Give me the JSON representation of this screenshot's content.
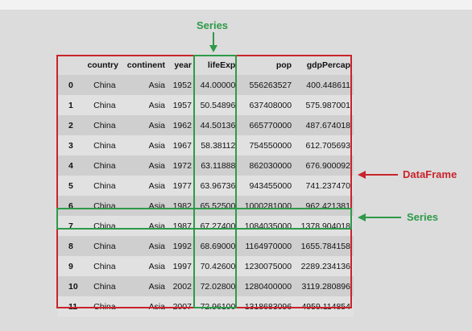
{
  "labels": {
    "series_column": "Series",
    "dataframe": "DataFrame",
    "series_row": "Series"
  },
  "colors": {
    "dataframe_accent": "#c9242b",
    "series_accent": "#2e9a49"
  },
  "table": {
    "columns": [
      "country",
      "continent",
      "year",
      "lifeExp",
      "pop",
      "gdpPercap"
    ],
    "rows": [
      {
        "index": "0",
        "cells": [
          "China",
          "Asia",
          "1952",
          "44.00000",
          "556263527",
          "400.448611"
        ]
      },
      {
        "index": "1",
        "cells": [
          "China",
          "Asia",
          "1957",
          "50.54896",
          "637408000",
          "575.987001"
        ]
      },
      {
        "index": "2",
        "cells": [
          "China",
          "Asia",
          "1962",
          "44.50136",
          "665770000",
          "487.674018"
        ]
      },
      {
        "index": "3",
        "cells": [
          "China",
          "Asia",
          "1967",
          "58.38112",
          "754550000",
          "612.705693"
        ]
      },
      {
        "index": "4",
        "cells": [
          "China",
          "Asia",
          "1972",
          "63.11888",
          "862030000",
          "676.900092"
        ]
      },
      {
        "index": "5",
        "cells": [
          "China",
          "Asia",
          "1977",
          "63.96736",
          "943455000",
          "741.237470"
        ]
      },
      {
        "index": "6",
        "cells": [
          "China",
          "Asia",
          "1982",
          "65.52500",
          "1000281000",
          "962.421381"
        ]
      },
      {
        "index": "7",
        "cells": [
          "China",
          "Asia",
          "1987",
          "67.27400",
          "1084035000",
          "1378.904018"
        ]
      },
      {
        "index": "8",
        "cells": [
          "China",
          "Asia",
          "1992",
          "68.69000",
          "1164970000",
          "1655.784158"
        ]
      },
      {
        "index": "9",
        "cells": [
          "China",
          "Asia",
          "1997",
          "70.42600",
          "1230075000",
          "2289.234136"
        ]
      },
      {
        "index": "10",
        "cells": [
          "China",
          "Asia",
          "2002",
          "72.02800",
          "1280400000",
          "3119.280896"
        ]
      },
      {
        "index": "11",
        "cells": [
          "China",
          "Asia",
          "2007",
          "72.96100",
          "1318683096",
          "4959.114854"
        ]
      }
    ]
  }
}
